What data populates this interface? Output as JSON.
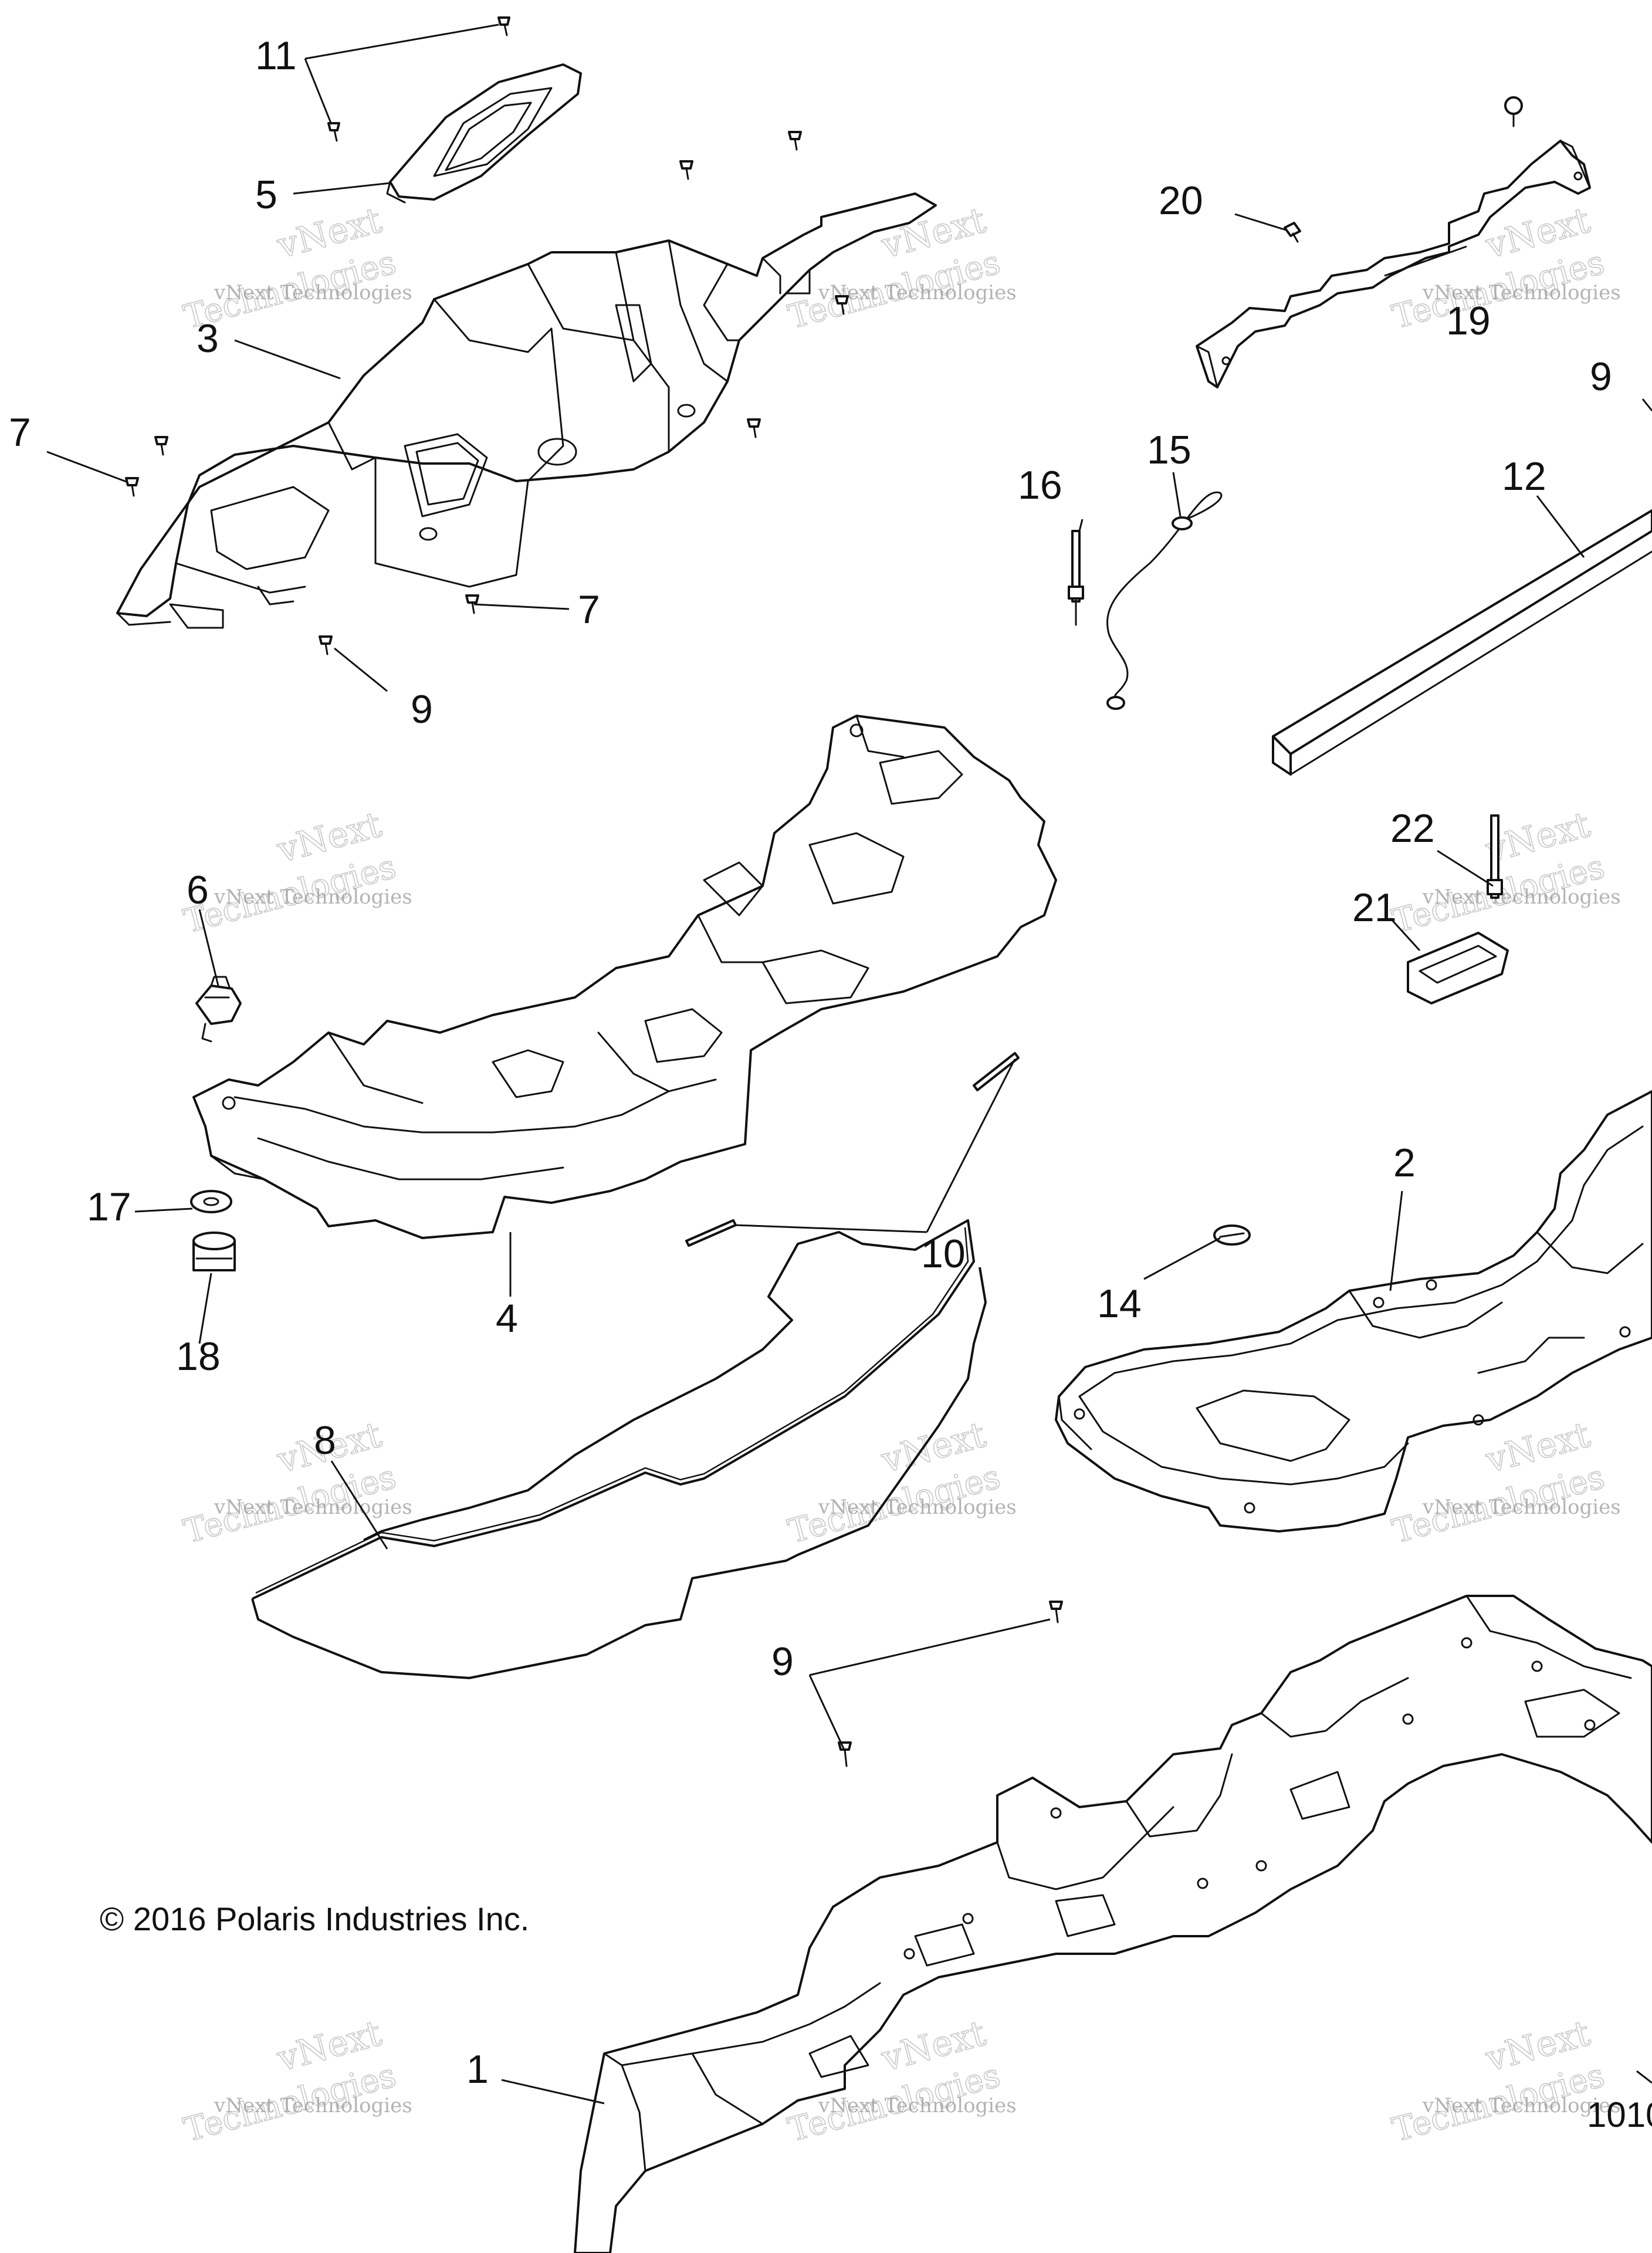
{
  "diagram": {
    "callouts": [
      {
        "id": "c11",
        "label": "11"
      },
      {
        "id": "c5",
        "label": "5"
      },
      {
        "id": "c3",
        "label": "3"
      },
      {
        "id": "c7a",
        "label": "7"
      },
      {
        "id": "c7b",
        "label": "7"
      },
      {
        "id": "c9a",
        "label": "9"
      },
      {
        "id": "c20",
        "label": "20"
      },
      {
        "id": "c19",
        "label": "19"
      },
      {
        "id": "c9b",
        "label": "9"
      },
      {
        "id": "c16",
        "label": "16"
      },
      {
        "id": "c15",
        "label": "15"
      },
      {
        "id": "c12",
        "label": "12"
      },
      {
        "id": "c22",
        "label": "22"
      },
      {
        "id": "c21",
        "label": "21"
      },
      {
        "id": "c6",
        "label": "6"
      },
      {
        "id": "c17",
        "label": "17"
      },
      {
        "id": "c18",
        "label": "18"
      },
      {
        "id": "c4",
        "label": "4"
      },
      {
        "id": "c10",
        "label": "10"
      },
      {
        "id": "c2",
        "label": "2"
      },
      {
        "id": "c14",
        "label": "14"
      },
      {
        "id": "c8",
        "label": "8"
      },
      {
        "id": "c9c",
        "label": "9"
      },
      {
        "id": "c1",
        "label": "1"
      }
    ],
    "copyright": "© 2016 Polaris Industries Inc.",
    "figure_code": "1010",
    "watermark": {
      "line1": "vNext Technologies",
      "line2": "vNext",
      "line3": "Technologies"
    }
  }
}
